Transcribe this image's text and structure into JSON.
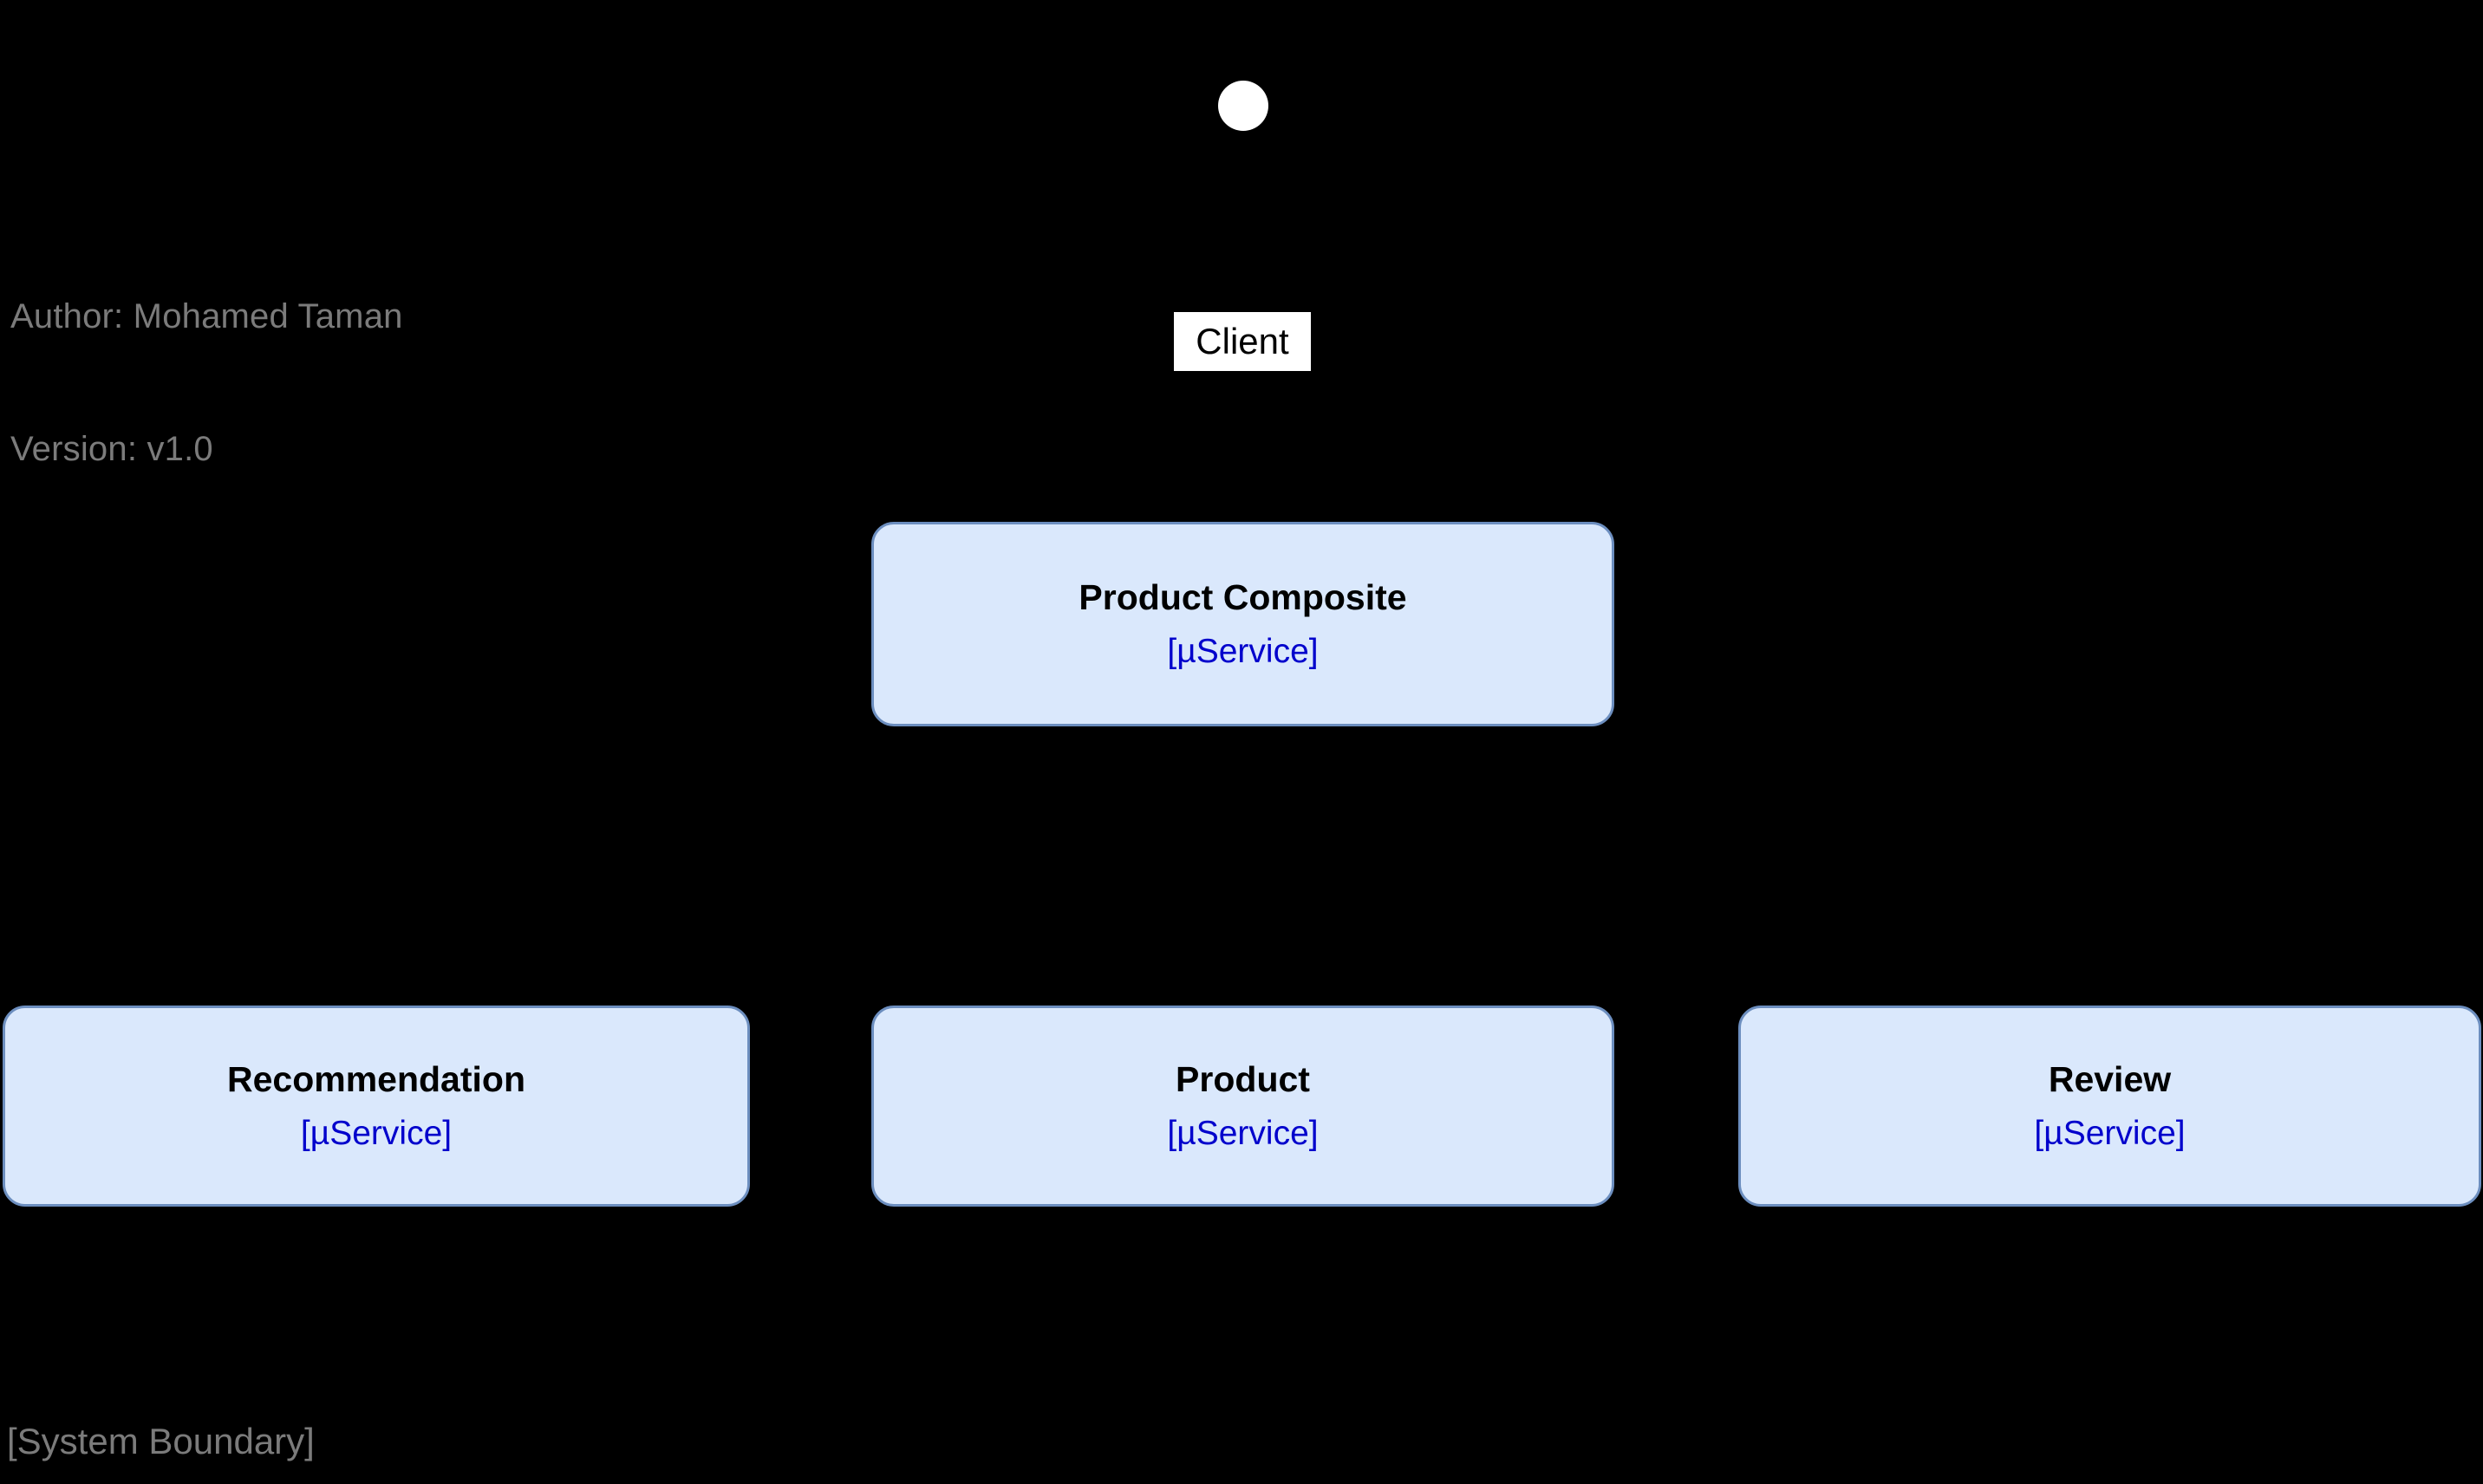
{
  "diagram": {
    "background_color": "#000000",
    "node_fill_color": "#dae8fc",
    "node_border_color": "#6c8ebf",
    "subtitle_color": "#0000cc",
    "meta_text_color": "#7b7b7b",
    "metadata": {
      "author_line": "Author: Mohamed Taman",
      "version_line": "Version: v1.0"
    },
    "boundary_label": "[System Boundary]",
    "actor": {
      "name": "client-actor",
      "label": "Client"
    },
    "nodes": [
      {
        "id": "product-composite",
        "title": "Product Composite",
        "subtitle": "[µService]"
      },
      {
        "id": "recommendation",
        "title": "Recommendation",
        "subtitle": "[µService]"
      },
      {
        "id": "product",
        "title": "Product",
        "subtitle": "[µService]"
      },
      {
        "id": "review",
        "title": "Review",
        "subtitle": "[µService]"
      }
    ]
  }
}
